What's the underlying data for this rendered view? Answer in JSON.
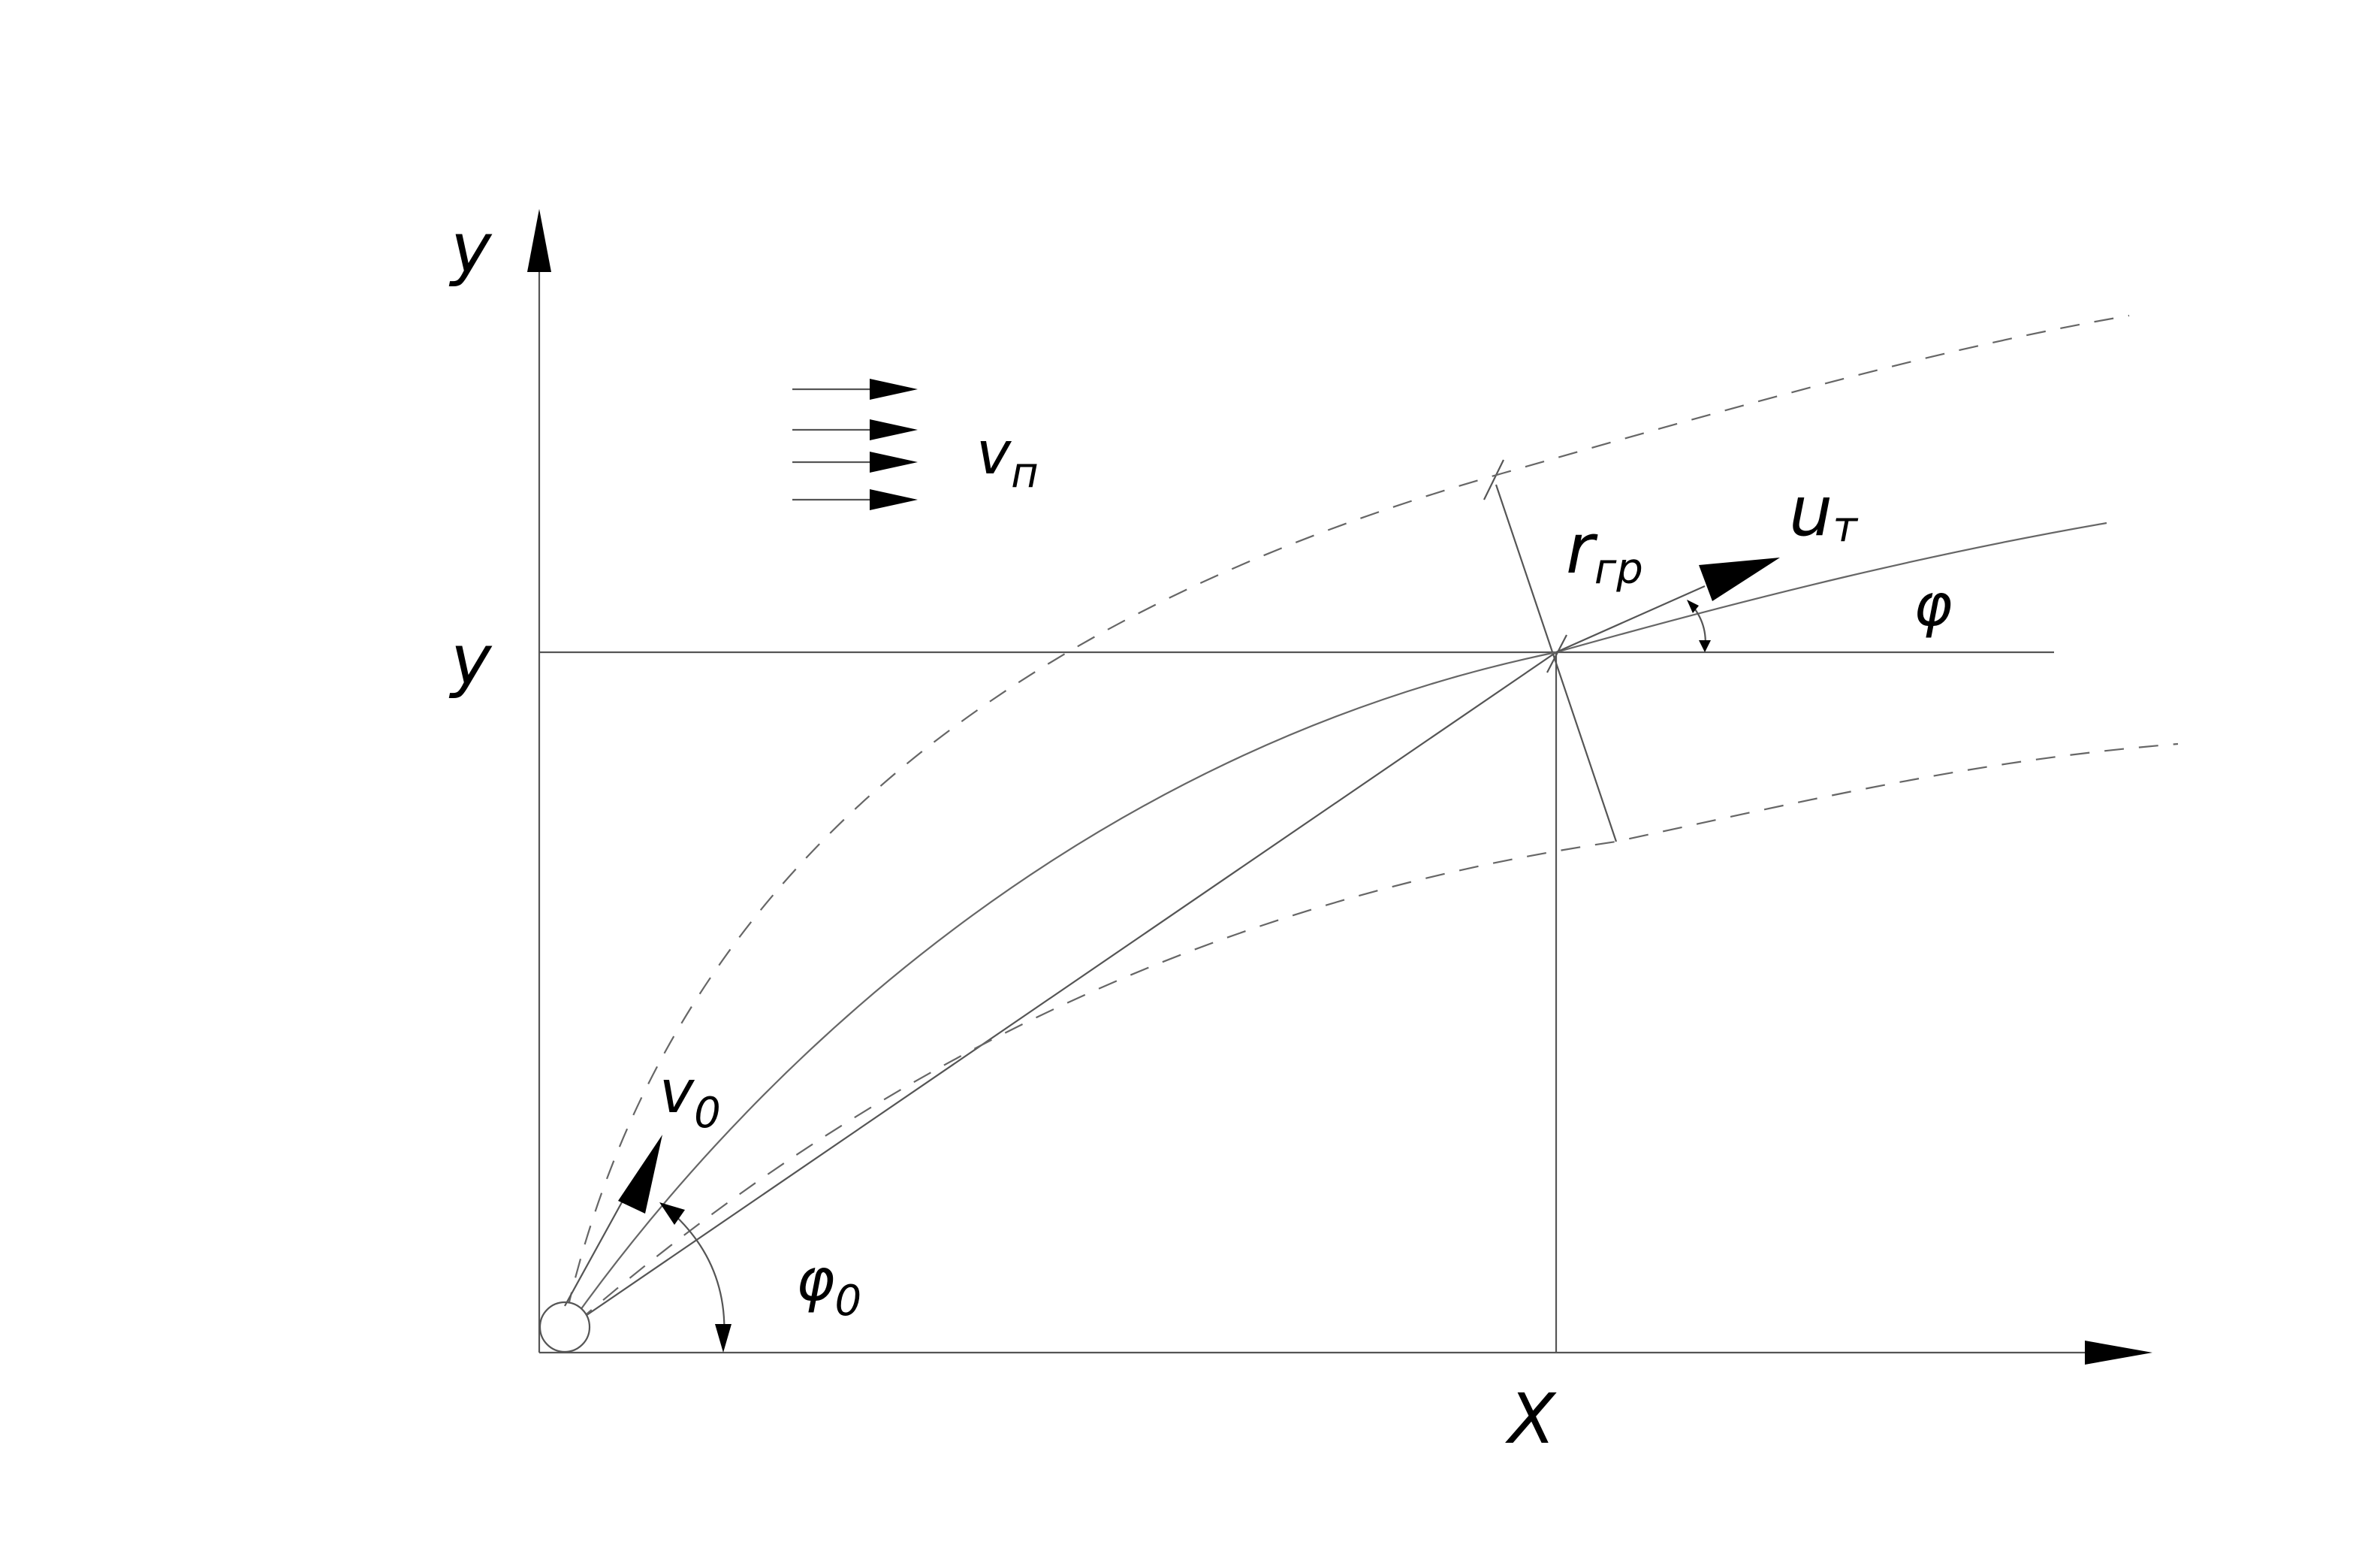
{
  "diagram": {
    "labels": {
      "y_axis": "y",
      "y_level": "y",
      "x_point": "X",
      "v_flow_main": "v",
      "v_flow_sub": "п",
      "v0_main": "v",
      "v0_sub": "0",
      "phi0_main": "φ",
      "phi0_sub": "0",
      "phi": "φ",
      "r_main": "r",
      "r_sub": "гр",
      "u_main": "u",
      "u_sub": "т"
    },
    "colors": {
      "lines": "#555555",
      "arrows": "#000000",
      "background": "#ffffff"
    }
  }
}
